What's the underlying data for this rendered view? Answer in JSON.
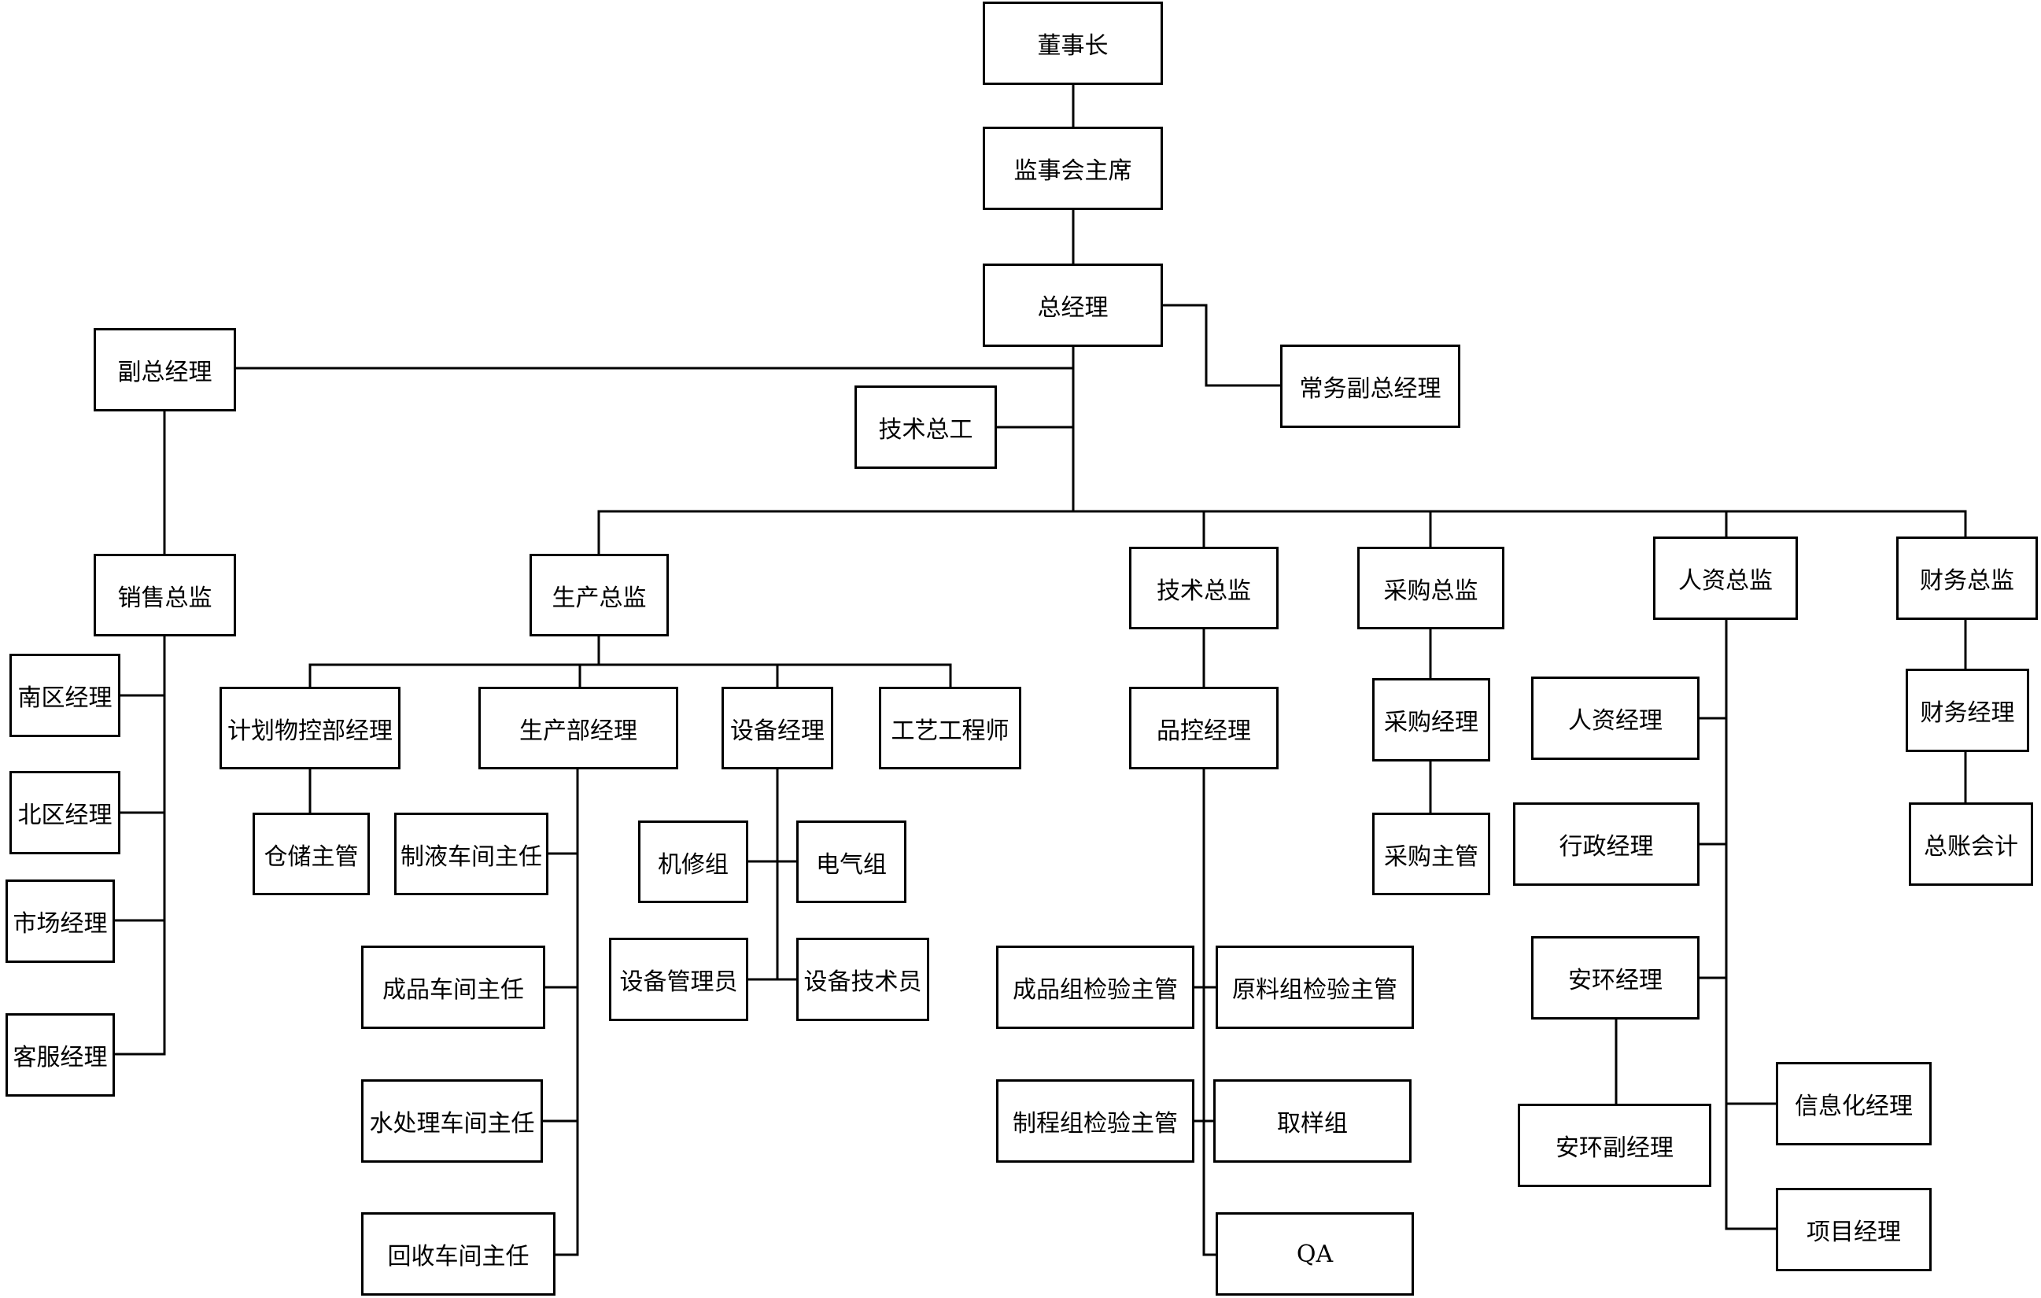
{
  "nodes": {
    "chairman": "董事长",
    "supervisory_chair": "监事会主席",
    "general_manager": "总经理",
    "deputy_gm": "副总经理",
    "exec_deputy_gm": "常务副总经理",
    "chief_engineer": "技术总工",
    "sales_director": "销售总监",
    "south_manager": "南区经理",
    "north_manager": "北区经理",
    "market_manager": "市场经理",
    "service_manager": "客服经理",
    "production_director": "生产总监",
    "planning_manager": "计划物控部经理",
    "warehouse_supervisor": "仓储主管",
    "production_manager": "生产部经理",
    "liquid_workshop": "制液车间主任",
    "finished_workshop": "成品车间主任",
    "water_workshop": "水处理车间主任",
    "recycle_workshop": "回收车间主任",
    "equipment_manager": "设备经理",
    "repair_group": "机修组",
    "electric_group": "电气组",
    "equipment_admin": "设备管理员",
    "equipment_tech": "设备技术员",
    "process_engineer": "工艺工程师",
    "tech_director": "技术总监",
    "qc_manager": "品控经理",
    "finished_qc": "成品组检验主管",
    "raw_qc": "原料组检验主管",
    "process_qc": "制程组检验主管",
    "sampling_group": "取样组",
    "qa": "QA",
    "purchase_director": "采购总监",
    "purchase_manager": "采购经理",
    "purchase_supervisor": "采购主管",
    "hr_director": "人资总监",
    "hr_manager": "人资经理",
    "admin_manager": "行政经理",
    "ehs_manager": "安环经理",
    "ehs_deputy": "安环副经理",
    "it_manager": "信息化经理",
    "project_manager": "项目经理",
    "finance_director": "财务总监",
    "finance_manager": "财务经理",
    "chief_accountant": "总账会计"
  }
}
